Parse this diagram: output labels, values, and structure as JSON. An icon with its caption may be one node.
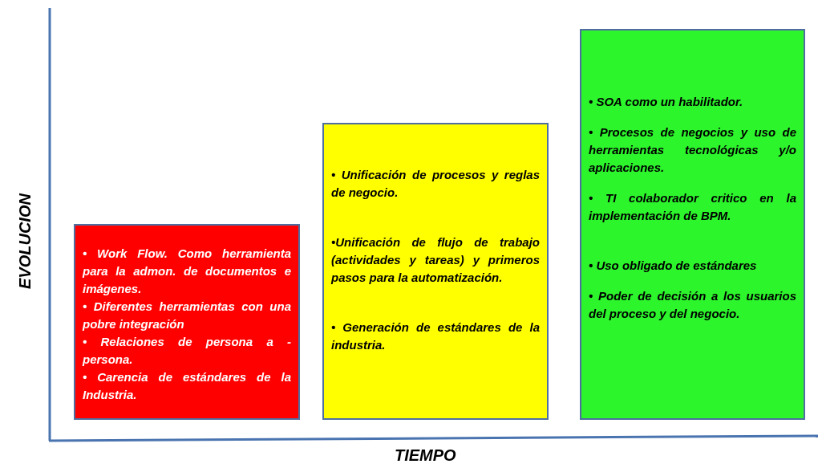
{
  "diagram": {
    "nodes": [
      {
        "text": [
          "• Work Flow. Como herramienta para la admon. de documentos e imágenes.",
          "• Diferentes herramientas con una pobre integración",
          "• Relaciones de persona a - persona.",
          "• Carencia de estándares de la Industria."
        ]
      },
      {
        "text": [
          "• Unificación de procesos y reglas de negocio.",
          "•Unificación de flujo de trabajo (actividades y tareas) y primeros pasos para la automatización.",
          "• Generación de estándares de la industria."
        ]
      },
      {
        "text": [
          "• SOA como un habilitador.",
          "• Procesos de negocios y uso de herramientas tecnológicas y/o aplicaciones.",
          "• TI colaborador critico en la implementación de BPM.",
          "• Uso obligado de estándares",
          "• Poder de decisión a los usuarios del proceso y del negocio."
        ]
      }
    ],
    "labels": [
      "EVOLUCION",
      "TIEMPO"
    ]
  }
}
